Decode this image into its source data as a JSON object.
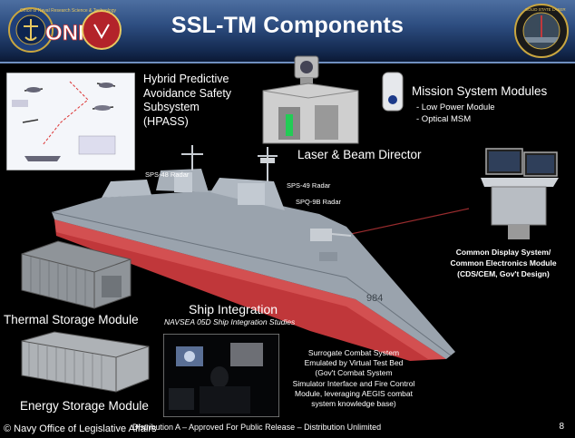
{
  "title": "SSL-TM Components",
  "logo_left": {
    "text": "ONR",
    "ring_text": "Office of Naval Research Science & Technology"
  },
  "logo_right": {
    "ring_text": "SOLID STATE LASER"
  },
  "hpass": {
    "lines": [
      "Hybrid Predictive",
      "Avoidance Safety",
      "Subsystem",
      "(HPASS)"
    ]
  },
  "laser": {
    "label": "Laser  & Beam Director"
  },
  "mission": {
    "title": "Mission System Modules",
    "items": [
      "- Low Power Module",
      "- Optical MSM"
    ]
  },
  "radars": [
    "SPS-48 Radar",
    "SPS-49 Radar",
    "SPQ-9B Radar"
  ],
  "hull_number": "984",
  "display": {
    "lines": [
      "Common Display System/",
      "Common Electronics Module",
      "(CDS/CEM, Gov't Design)"
    ]
  },
  "thermal": {
    "label": "Thermal Storage Module"
  },
  "energy": {
    "label": "Energy Storage Module"
  },
  "ship_integration": {
    "title": "Ship Integration",
    "subtitle": "NAVSEA 05D Ship Integration Studies"
  },
  "surrogate": {
    "lines": [
      "Surrogate Combat System",
      "Emulated by Virtual Test Bed",
      "(Gov't Combat System",
      "Simulator Interface and Fire Control",
      "Module, leveraging AEGIS combat",
      "system knowledge base)"
    ]
  },
  "footer": {
    "credit": "© Navy Office of Legislative Affairs",
    "distribution": "Distribution A – Approved For Public Release – Distribution Unlimited",
    "page": "8"
  },
  "colors": {
    "header_top": "#4d6fa1",
    "header_bottom": "#0a1630",
    "hull_red": "#c0373a",
    "ship_gray": "#9aa3ad"
  }
}
